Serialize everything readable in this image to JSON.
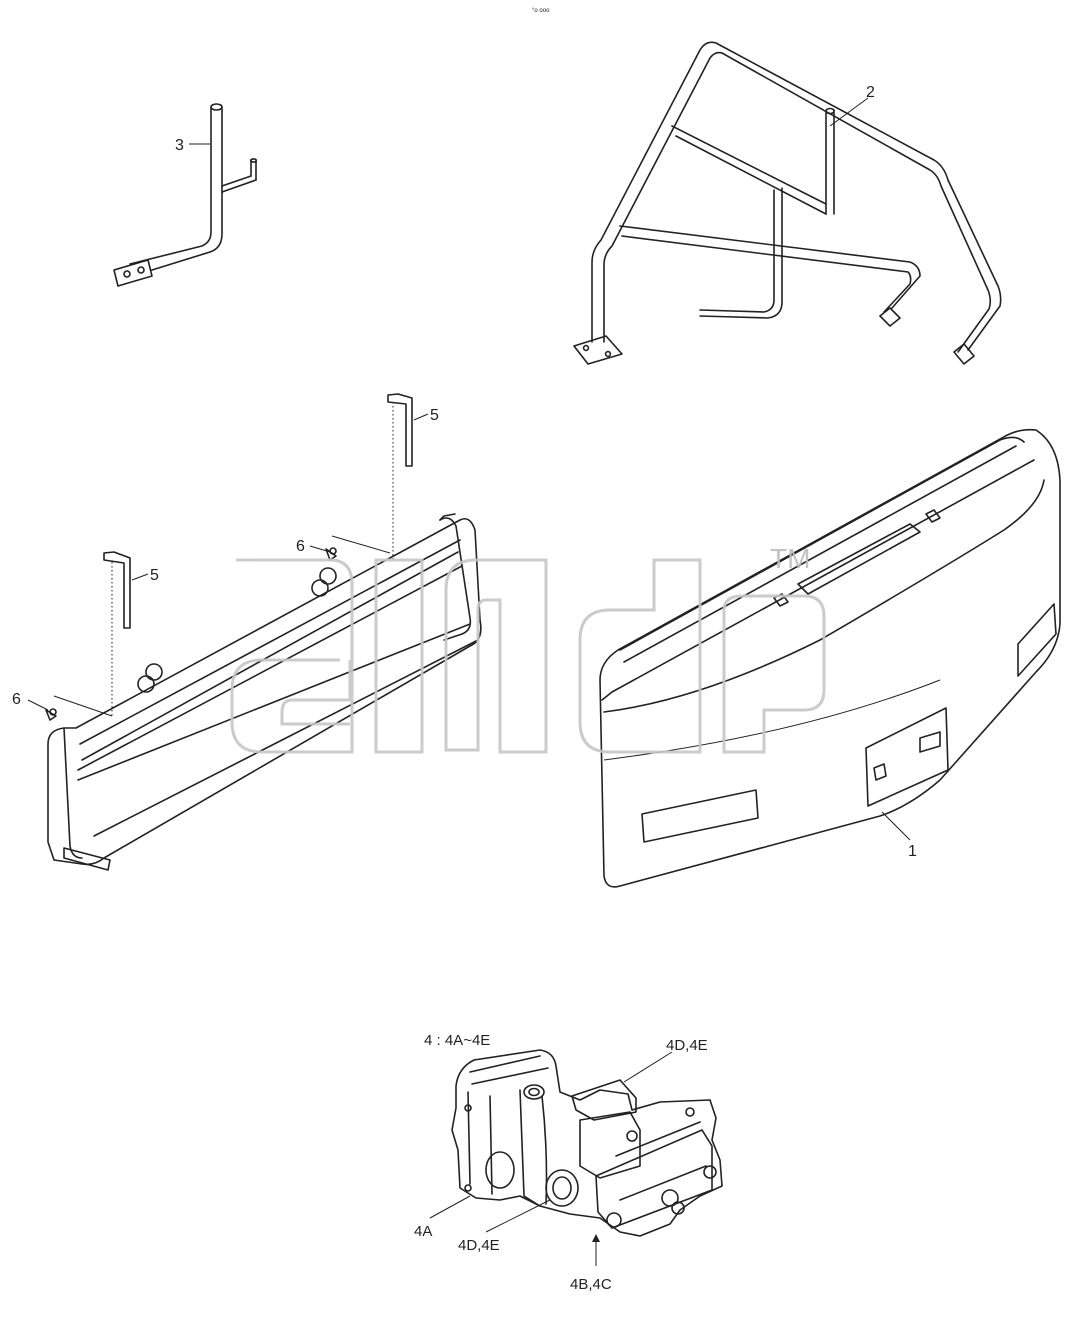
{
  "header": {
    "corner_mark": "°o ooo"
  },
  "watermark": {
    "text": "aifdp",
    "trademark": "TM"
  },
  "callouts": {
    "c1": "1",
    "c2": "2",
    "c3": "3",
    "c5a": "5",
    "c5b": "5",
    "c6a": "6",
    "c6b": "6",
    "pump_group": "4 : 4A~4E",
    "c4de_top": "4D,4E",
    "c4a": "4A",
    "c4de_bottom": "4D,4E",
    "c4bc": "4B,4C"
  },
  "colors": {
    "line": "#222222",
    "watermark": "#c6c6c6",
    "background": "#ffffff"
  }
}
